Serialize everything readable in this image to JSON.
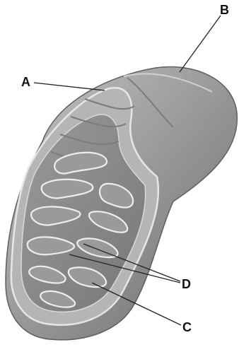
{
  "diagram": {
    "labels": {
      "a": "A",
      "b": "B",
      "c": "C",
      "d": "D"
    },
    "colors": {
      "background": "#ffffff",
      "outer_membrane_fill": "#9b9b9b",
      "outer_membrane_dark": "#6f6f6f",
      "inner_rim_fill": "#b8b8b8",
      "matrix_fill": "#8a8a8a",
      "cristae_outline": "#e8e8e8",
      "leader_line": "#222222"
    }
  }
}
